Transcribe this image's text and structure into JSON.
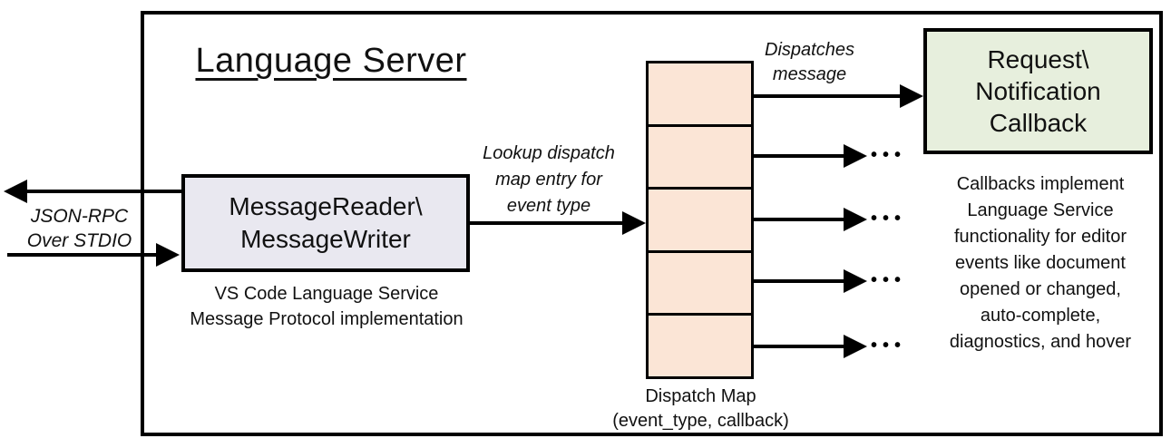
{
  "diagram": {
    "title": "Language Server"
  },
  "labels": {
    "json_rpc": "JSON-RPC\nOver STDIO",
    "lookup": "Lookup dispatch\nmap entry for\nevent type",
    "dispatches": "Dispatches\nmessage",
    "ellipsis": "•••"
  },
  "message_reader": {
    "label": "MessageReader\\\nMessageWriter",
    "caption": "VS Code Language Service\nMessage Protocol implementation"
  },
  "dispatch_map": {
    "caption": "Dispatch Map\n(event_type, callback)",
    "row_count": 5
  },
  "callback": {
    "label": "Request\\\nNotification\nCallback",
    "note": "Callbacks implement\nLanguage Service\nfunctionality for editor\nevents like document\nopened or changed,\nauto-complete,\ndiagnostics, and hover"
  },
  "colors": {
    "mr_fill": "#e9e8f0",
    "map_fill": "#fbe5d6",
    "callback_fill": "#e7efdd",
    "line": "#000000"
  }
}
